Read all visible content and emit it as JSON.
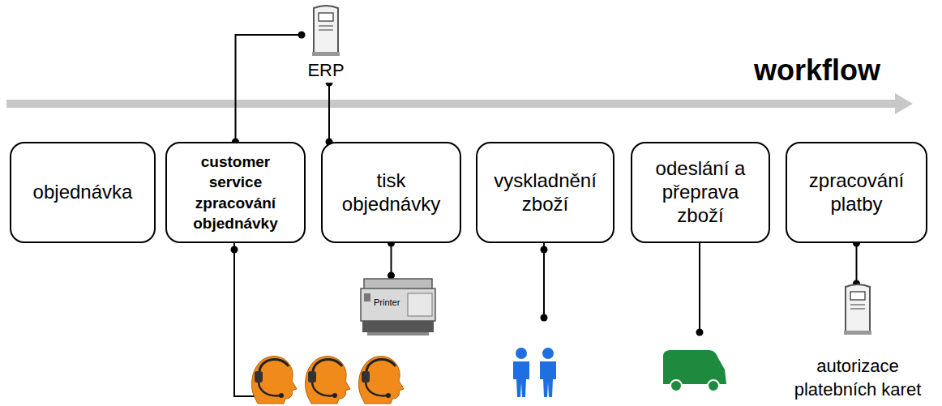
{
  "diagram": {
    "nodes": [
      {
        "text": [
          "objednávka"
        ]
      },
      {
        "text": [
          "customer service zpracování objednávky"
        ]
      },
      {
        "text": [
          "tisk objednávky"
        ]
      },
      {
        "text": [
          "vyskladnění zboží"
        ]
      },
      {
        "text": [
          "odeslání a přeprava zboží"
        ]
      },
      {
        "text": [
          "zpracování platby"
        ]
      },
      {
        "text": [
          "ERP"
        ]
      },
      {
        "text": [
          "Printer"
        ]
      },
      {
        "text": [
          "autorizace platebních karet"
        ]
      }
    ],
    "edges": [
      {
        "from": 1,
        "to": 6,
        "arrow": "none"
      },
      {
        "from": 6,
        "to": 2,
        "arrow": "none"
      },
      {
        "from": 2,
        "to": 7,
        "arrow": "none"
      },
      {
        "from": 5,
        "to": 8,
        "arrow": "none"
      }
    ],
    "labels": [
      "workflow"
    ]
  }
}
